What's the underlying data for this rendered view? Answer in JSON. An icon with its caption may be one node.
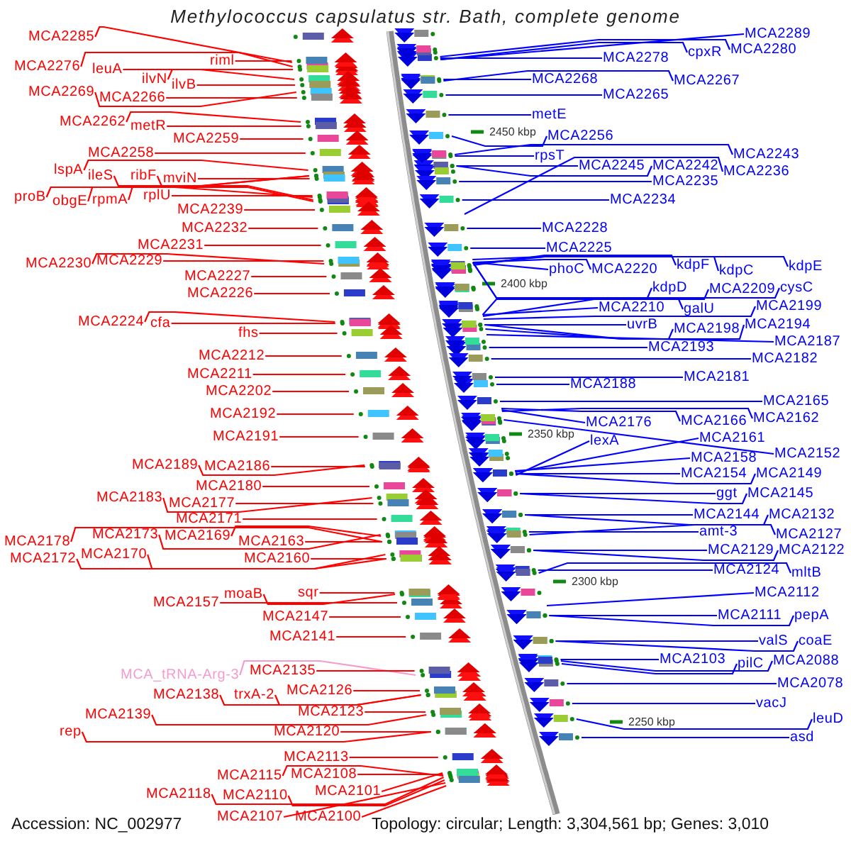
{
  "diagram": {
    "title": "Methylococcus capsulatus str. Bath, complete genome",
    "nodes": [
      {
        "text": [
          "MCA2285"
        ]
      },
      {
        "text": [
          "MCA2276"
        ]
      },
      {
        "text": [
          "leuA"
        ]
      },
      {
        "text": [
          "riml"
        ]
      },
      {
        "text": [
          "ilvN"
        ]
      },
      {
        "text": [
          "ilvB"
        ]
      },
      {
        "text": [
          "MCA2269"
        ]
      },
      {
        "text": [
          "MCA2266"
        ]
      },
      {
        "text": [
          "MCA2262"
        ]
      },
      {
        "text": [
          "metR"
        ]
      },
      {
        "text": [
          "MCA2259"
        ]
      },
      {
        "text": [
          "MCA2258"
        ]
      },
      {
        "text": [
          "lspA"
        ]
      },
      {
        "text": [
          "ileS"
        ]
      },
      {
        "text": [
          "ribF"
        ]
      },
      {
        "text": [
          "mviN"
        ]
      },
      {
        "text": [
          "proB"
        ]
      },
      {
        "text": [
          "obgE"
        ]
      },
      {
        "text": [
          "rpmA"
        ]
      },
      {
        "text": [
          "rplU"
        ]
      },
      {
        "text": [
          "MCA2239"
        ]
      },
      {
        "text": [
          "MCA2232"
        ]
      },
      {
        "text": [
          "MCA2231"
        ]
      },
      {
        "text": [
          "MCA2230"
        ]
      },
      {
        "text": [
          "MCA2229"
        ]
      },
      {
        "text": [
          "MCA2227"
        ]
      },
      {
        "text": [
          "MCA2226"
        ]
      },
      {
        "text": [
          "MCA2224"
        ]
      },
      {
        "text": [
          "cfa"
        ]
      },
      {
        "text": [
          "fhs"
        ]
      },
      {
        "text": [
          "MCA2212"
        ]
      },
      {
        "text": [
          "MCA2211"
        ]
      },
      {
        "text": [
          "MCA2202"
        ]
      },
      {
        "text": [
          "MCA2192"
        ]
      },
      {
        "text": [
          "MCA2191"
        ]
      },
      {
        "text": [
          "MCA2189"
        ]
      },
      {
        "text": [
          "MCA2186"
        ]
      },
      {
        "text": [
          "MCA2180"
        ]
      },
      {
        "text": [
          "MCA2183"
        ]
      },
      {
        "text": [
          "MCA2177"
        ]
      },
      {
        "text": [
          "MCA2171"
        ]
      },
      {
        "text": [
          "MCA2178"
        ]
      },
      {
        "text": [
          "MCA2173"
        ]
      },
      {
        "text": [
          "MCA2169"
        ]
      },
      {
        "text": [
          "MCA2163"
        ]
      },
      {
        "text": [
          "MCA2172"
        ]
      },
      {
        "text": [
          "MCA2170"
        ]
      },
      {
        "text": [
          "MCA2160"
        ]
      },
      {
        "text": [
          "MCA2157"
        ]
      },
      {
        "text": [
          "moaB"
        ]
      },
      {
        "text": [
          "sqr"
        ]
      },
      {
        "text": [
          "MCA2147"
        ]
      },
      {
        "text": [
          "MCA2141"
        ]
      },
      {
        "text": [
          "MCA_tRNA-Arg-3"
        ]
      },
      {
        "text": [
          "MCA2135"
        ]
      },
      {
        "text": [
          "MCA2138"
        ]
      },
      {
        "text": [
          "trxA-2"
        ]
      },
      {
        "text": [
          "MCA2126"
        ]
      },
      {
        "text": [
          "MCA2139"
        ]
      },
      {
        "text": [
          "MCA2123"
        ]
      },
      {
        "text": [
          "rep"
        ]
      },
      {
        "text": [
          "MCA2120"
        ]
      },
      {
        "text": [
          "MCA2113"
        ]
      },
      {
        "text": [
          "MCA2115"
        ]
      },
      {
        "text": [
          "MCA2108"
        ]
      },
      {
        "text": [
          "MCA2118"
        ]
      },
      {
        "text": [
          "MCA2110"
        ]
      },
      {
        "text": [
          "MCA2101"
        ]
      },
      {
        "text": [
          "MCA2107"
        ]
      },
      {
        "text": [
          "MCA2100"
        ]
      },
      {
        "text": [
          "MCA2289"
        ]
      },
      {
        "text": [
          "MCA2278"
        ]
      },
      {
        "text": [
          "cpxR"
        ]
      },
      {
        "text": [
          "MCA2280"
        ]
      },
      {
        "text": [
          "MCA2268"
        ]
      },
      {
        "text": [
          "MCA2267"
        ]
      },
      {
        "text": [
          "MCA2265"
        ]
      },
      {
        "text": [
          "metE"
        ]
      },
      {
        "text": [
          "MCA2256"
        ]
      },
      {
        "text": [
          "rpsT"
        ]
      },
      {
        "text": [
          "MCA2245"
        ]
      },
      {
        "text": [
          "MCA2242"
        ]
      },
      {
        "text": [
          "MCA2243"
        ]
      },
      {
        "text": [
          "MCA2236"
        ]
      },
      {
        "text": [
          "MCA2235"
        ]
      },
      {
        "text": [
          "MCA2234"
        ]
      },
      {
        "text": [
          "MCA2228"
        ]
      },
      {
        "text": [
          "MCA2225"
        ]
      },
      {
        "text": [
          "phoC"
        ]
      },
      {
        "text": [
          "MCA2220"
        ]
      },
      {
        "text": [
          "kdpF"
        ]
      },
      {
        "text": [
          "kdpC"
        ]
      },
      {
        "text": [
          "kdpE"
        ]
      },
      {
        "text": [
          "kdpD"
        ]
      },
      {
        "text": [
          "MCA2209"
        ]
      },
      {
        "text": [
          "cysC"
        ]
      },
      {
        "text": [
          "MCA2210"
        ]
      },
      {
        "text": [
          "galU"
        ]
      },
      {
        "text": [
          "MCA2199"
        ]
      },
      {
        "text": [
          "uvrB"
        ]
      },
      {
        "text": [
          "MCA2198"
        ]
      },
      {
        "text": [
          "MCA2194"
        ]
      },
      {
        "text": [
          "MCA2193"
        ]
      },
      {
        "text": [
          "MCA2187"
        ]
      },
      {
        "text": [
          "MCA2182"
        ]
      },
      {
        "text": [
          "MCA2188"
        ]
      },
      {
        "text": [
          "MCA2181"
        ]
      },
      {
        "text": [
          "MCA2165"
        ]
      },
      {
        "text": [
          "MCA2176"
        ]
      },
      {
        "text": [
          "MCA2166"
        ]
      },
      {
        "text": [
          "MCA2162"
        ]
      },
      {
        "text": [
          "lexA"
        ]
      },
      {
        "text": [
          "MCA2161"
        ]
      },
      {
        "text": [
          "MCA2158"
        ]
      },
      {
        "text": [
          "MCA2152"
        ]
      },
      {
        "text": [
          "MCA2154"
        ]
      },
      {
        "text": [
          "MCA2149"
        ]
      },
      {
        "text": [
          "ggt"
        ]
      },
      {
        "text": [
          "MCA2145"
        ]
      },
      {
        "text": [
          "MCA2144"
        ]
      },
      {
        "text": [
          "MCA2132"
        ]
      },
      {
        "text": [
          "amt-3"
        ]
      },
      {
        "text": [
          "MCA2127"
        ]
      },
      {
        "text": [
          "MCA2129"
        ]
      },
      {
        "text": [
          "MCA2122"
        ]
      },
      {
        "text": [
          "MCA2124"
        ]
      },
      {
        "text": [
          "mltB"
        ]
      },
      {
        "text": [
          "MCA2112"
        ]
      },
      {
        "text": [
          "MCA2111"
        ]
      },
      {
        "text": [
          "pepA"
        ]
      },
      {
        "text": [
          "valS"
        ]
      },
      {
        "text": [
          "coaE"
        ]
      },
      {
        "text": [
          "MCA2103"
        ]
      },
      {
        "text": [
          "pilC"
        ]
      },
      {
        "text": [
          "MCA2088"
        ]
      },
      {
        "text": [
          "MCA2078"
        ]
      },
      {
        "text": [
          "vacJ"
        ]
      },
      {
        "text": [
          "leuD"
        ]
      },
      {
        "text": [
          "asd"
        ]
      }
    ],
    "edges": [
      {
        "from": 0,
        "to": null,
        "arrow": "none"
      },
      {
        "from": 1,
        "to": null,
        "arrow": "none"
      },
      {
        "from": 2,
        "to": null,
        "arrow": "none"
      },
      {
        "from": 3,
        "to": null,
        "arrow": "none"
      },
      {
        "from": 4,
        "to": null,
        "arrow": "none"
      },
      {
        "from": 5,
        "to": null,
        "arrow": "none"
      },
      {
        "from": 6,
        "to": null,
        "arrow": "none"
      },
      {
        "from": 7,
        "to": null,
        "arrow": "none"
      },
      {
        "from": 8,
        "to": null,
        "arrow": "none"
      },
      {
        "from": 9,
        "to": null,
        "arrow": "none"
      },
      {
        "from": 10,
        "to": null,
        "arrow": "none"
      },
      {
        "from": 11,
        "to": null,
        "arrow": "none"
      },
      {
        "from": 12,
        "to": null,
        "arrow": "none"
      },
      {
        "from": 13,
        "to": null,
        "arrow": "none"
      },
      {
        "from": 14,
        "to": null,
        "arrow": "none"
      },
      {
        "from": 15,
        "to": null,
        "arrow": "none"
      },
      {
        "from": 16,
        "to": null,
        "arrow": "none"
      },
      {
        "from": 17,
        "to": null,
        "arrow": "none"
      },
      {
        "from": 18,
        "to": null,
        "arrow": "none"
      },
      {
        "from": 19,
        "to": null,
        "arrow": "none"
      },
      {
        "from": 20,
        "to": null,
        "arrow": "none"
      },
      {
        "from": 21,
        "to": null,
        "arrow": "none"
      },
      {
        "from": 22,
        "to": null,
        "arrow": "none"
      },
      {
        "from": 23,
        "to": null,
        "arrow": "none"
      },
      {
        "from": 24,
        "to": null,
        "arrow": "none"
      },
      {
        "from": 25,
        "to": null,
        "arrow": "none"
      },
      {
        "from": 26,
        "to": null,
        "arrow": "none"
      },
      {
        "from": 27,
        "to": null,
        "arrow": "none"
      },
      {
        "from": 28,
        "to": null,
        "arrow": "none"
      },
      {
        "from": 29,
        "to": null,
        "arrow": "none"
      },
      {
        "from": 30,
        "to": null,
        "arrow": "none"
      },
      {
        "from": 31,
        "to": null,
        "arrow": "none"
      },
      {
        "from": 32,
        "to": null,
        "arrow": "none"
      },
      {
        "from": 33,
        "to": null,
        "arrow": "none"
      },
      {
        "from": 34,
        "to": null,
        "arrow": "none"
      },
      {
        "from": 35,
        "to": null,
        "arrow": "none"
      },
      {
        "from": 36,
        "to": null,
        "arrow": "none"
      },
      {
        "from": 37,
        "to": null,
        "arrow": "none"
      },
      {
        "from": 38,
        "to": null,
        "arrow": "none"
      },
      {
        "from": 39,
        "to": null,
        "arrow": "none"
      },
      {
        "from": 40,
        "to": null,
        "arrow": "none"
      },
      {
        "from": 41,
        "to": null,
        "arrow": "none"
      },
      {
        "from": 42,
        "to": null,
        "arrow": "none"
      },
      {
        "from": 43,
        "to": null,
        "arrow": "none"
      },
      {
        "from": 44,
        "to": null,
        "arrow": "none"
      },
      {
        "from": 45,
        "to": null,
        "arrow": "none"
      },
      {
        "from": 46,
        "to": null,
        "arrow": "none"
      },
      {
        "from": 47,
        "to": null,
        "arrow": "none"
      },
      {
        "from": 48,
        "to": null,
        "arrow": "none"
      },
      {
        "from": 49,
        "to": null,
        "arrow": "none"
      },
      {
        "from": 50,
        "to": null,
        "arrow": "none"
      },
      {
        "from": 51,
        "to": null,
        "arrow": "none"
      },
      {
        "from": 52,
        "to": null,
        "arrow": "none"
      },
      {
        "from": 53,
        "to": null,
        "arrow": "none",
        "color": "#f59ccf"
      },
      {
        "from": 54,
        "to": null,
        "arrow": "none"
      },
      {
        "from": 55,
        "to": null,
        "arrow": "none"
      },
      {
        "from": 56,
        "to": null,
        "arrow": "none"
      },
      {
        "from": 57,
        "to": null,
        "arrow": "none"
      },
      {
        "from": 58,
        "to": null,
        "arrow": "none"
      },
      {
        "from": 59,
        "to": null,
        "arrow": "none"
      },
      {
        "from": 60,
        "to": null,
        "arrow": "none"
      },
      {
        "from": 61,
        "to": null,
        "arrow": "none"
      },
      {
        "from": 62,
        "to": null,
        "arrow": "none"
      },
      {
        "from": 63,
        "to": null,
        "arrow": "none"
      },
      {
        "from": 64,
        "to": null,
        "arrow": "none"
      },
      {
        "from": 65,
        "to": null,
        "arrow": "none"
      },
      {
        "from": 66,
        "to": null,
        "arrow": "none"
      },
      {
        "from": 67,
        "to": null,
        "arrow": "none"
      },
      {
        "from": 68,
        "to": null,
        "arrow": "none"
      },
      {
        "from": 69,
        "to": null,
        "arrow": "none"
      },
      {
        "from": 70,
        "to": null,
        "arrow": "none",
        "color": "#0000ff"
      },
      {
        "from": 71,
        "to": null,
        "arrow": "none",
        "color": "#0000ff"
      },
      {
        "from": 72,
        "to": null,
        "arrow": "none",
        "color": "#0000ff"
      },
      {
        "from": 73,
        "to": null,
        "arrow": "none",
        "color": "#0000ff"
      },
      {
        "from": 74,
        "to": null,
        "arrow": "none",
        "color": "#0000ff"
      },
      {
        "from": 75,
        "to": null,
        "arrow": "none",
        "color": "#0000ff"
      },
      {
        "from": 76,
        "to": null,
        "arrow": "none",
        "color": "#0000ff"
      },
      {
        "from": 77,
        "to": null,
        "arrow": "none",
        "color": "#0000ff"
      },
      {
        "from": 78,
        "to": null,
        "arrow": "none",
        "color": "#0000ff"
      },
      {
        "from": 79,
        "to": null,
        "arrow": "none",
        "color": "#0000ff"
      },
      {
        "from": 80,
        "to": null,
        "arrow": "none",
        "color": "#0000ff"
      },
      {
        "from": 81,
        "to": null,
        "arrow": "none",
        "color": "#0000ff"
      },
      {
        "from": 82,
        "to": null,
        "arrow": "none",
        "color": "#0000ff"
      },
      {
        "from": 83,
        "to": null,
        "arrow": "none",
        "color": "#0000ff"
      },
      {
        "from": 84,
        "to": null,
        "arrow": "none",
        "color": "#0000ff"
      },
      {
        "from": 85,
        "to": null,
        "arrow": "none",
        "color": "#0000ff"
      },
      {
        "from": 86,
        "to": null,
        "arrow": "none",
        "color": "#0000ff"
      },
      {
        "from": 87,
        "to": null,
        "arrow": "none",
        "color": "#0000ff"
      },
      {
        "from": 88,
        "to": null,
        "arrow": "none",
        "color": "#0000ff"
      },
      {
        "from": 89,
        "to": null,
        "arrow": "none",
        "color": "#0000ff"
      },
      {
        "from": 90,
        "to": null,
        "arrow": "none",
        "color": "#0000ff"
      },
      {
        "from": 91,
        "to": null,
        "arrow": "none",
        "color": "#0000ff"
      },
      {
        "from": 92,
        "to": null,
        "arrow": "none",
        "color": "#0000ff"
      },
      {
        "from": 93,
        "to": null,
        "arrow": "none",
        "color": "#0000ff"
      },
      {
        "from": 94,
        "to": null,
        "arrow": "none",
        "color": "#0000ff"
      },
      {
        "from": 95,
        "to": null,
        "arrow": "none",
        "color": "#0000ff"
      },
      {
        "from": 96,
        "to": null,
        "arrow": "none",
        "color": "#0000ff"
      },
      {
        "from": 97,
        "to": null,
        "arrow": "none",
        "color": "#0000ff"
      },
      {
        "from": 98,
        "to": null,
        "arrow": "none",
        "color": "#0000ff"
      },
      {
        "from": 99,
        "to": null,
        "arrow": "none",
        "color": "#0000ff"
      },
      {
        "from": 100,
        "to": null,
        "arrow": "none",
        "color": "#0000ff"
      },
      {
        "from": 101,
        "to": null,
        "arrow": "none",
        "color": "#0000ff"
      },
      {
        "from": 102,
        "to": null,
        "arrow": "none",
        "color": "#0000ff"
      },
      {
        "from": 103,
        "to": null,
        "arrow": "none",
        "color": "#0000ff"
      },
      {
        "from": 104,
        "to": null,
        "arrow": "none",
        "color": "#0000ff"
      },
      {
        "from": 105,
        "to": null,
        "arrow": "none",
        "color": "#0000ff"
      },
      {
        "from": 106,
        "to": null,
        "arrow": "none",
        "color": "#0000ff"
      },
      {
        "from": 107,
        "to": null,
        "arrow": "none",
        "color": "#0000ff"
      },
      {
        "from": 108,
        "to": null,
        "arrow": "none",
        "color": "#0000ff"
      },
      {
        "from": 109,
        "to": null,
        "arrow": "none",
        "color": "#0000ff"
      },
      {
        "from": 110,
        "to": null,
        "arrow": "none",
        "color": "#0000ff"
      },
      {
        "from": 111,
        "to": null,
        "arrow": "none",
        "color": "#0000ff"
      },
      {
        "from": 112,
        "to": null,
        "arrow": "none",
        "color": "#0000ff"
      },
      {
        "from": 113,
        "to": null,
        "arrow": "none",
        "color": "#0000ff"
      },
      {
        "from": 114,
        "to": null,
        "arrow": "none",
        "color": "#0000ff"
      },
      {
        "from": 115,
        "to": null,
        "arrow": "none",
        "color": "#0000ff"
      },
      {
        "from": 116,
        "to": null,
        "arrow": "none",
        "color": "#0000ff"
      },
      {
        "from": 117,
        "to": null,
        "arrow": "none",
        "color": "#0000ff"
      },
      {
        "from": 118,
        "to": null,
        "arrow": "none",
        "color": "#0000ff"
      },
      {
        "from": 119,
        "to": null,
        "arrow": "none",
        "color": "#0000ff"
      },
      {
        "from": 120,
        "to": null,
        "arrow": "none",
        "color": "#0000ff"
      },
      {
        "from": 121,
        "to": null,
        "arrow": "none",
        "color": "#0000ff"
      },
      {
        "from": 122,
        "to": null,
        "arrow": "none",
        "color": "#0000ff"
      },
      {
        "from": 123,
        "to": null,
        "arrow": "none",
        "color": "#0000ff"
      },
      {
        "from": 124,
        "to": null,
        "arrow": "none",
        "color": "#0000ff"
      },
      {
        "from": 125,
        "to": null,
        "arrow": "none",
        "color": "#0000ff"
      },
      {
        "from": 126,
        "to": null,
        "arrow": "none",
        "color": "#0000ff"
      },
      {
        "from": 127,
        "to": null,
        "arrow": "none",
        "color": "#0000ff"
      },
      {
        "from": 128,
        "to": null,
        "arrow": "none",
        "color": "#0000ff"
      },
      {
        "from": 129,
        "to": null,
        "arrow": "none",
        "color": "#0000ff"
      },
      {
        "from": 130,
        "to": null,
        "arrow": "none",
        "color": "#0000ff"
      },
      {
        "from": 131,
        "to": null,
        "arrow": "none",
        "color": "#0000ff"
      },
      {
        "from": 132,
        "to": null,
        "arrow": "none",
        "color": "#0000ff"
      },
      {
        "from": 133,
        "to": null,
        "arrow": "none",
        "color": "#0000ff"
      },
      {
        "from": 134,
        "to": null,
        "arrow": "none",
        "color": "#0000ff"
      },
      {
        "from": 135,
        "to": null,
        "arrow": "none",
        "color": "#0000ff"
      },
      {
        "from": 136,
        "to": null,
        "arrow": "none",
        "color": "#0000ff"
      },
      {
        "from": 137,
        "to": null,
        "arrow": "none",
        "color": "#0000ff"
      },
      {
        "from": 138,
        "to": null,
        "arrow": "none",
        "color": "#0000ff"
      }
    ],
    "labels": [
      "2450 kbp",
      "2400 kbp",
      "2350 kbp",
      "2300 kbp",
      "2250 kbp",
      "Accession: NC_002977",
      "Topology: circular; Length: 3,304,561 bp; Genes: 3,010"
    ]
  }
}
